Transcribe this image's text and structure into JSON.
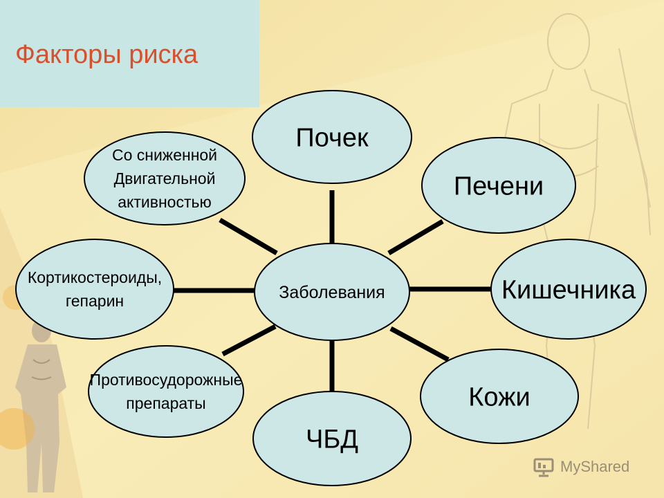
{
  "slide": {
    "title": "Факторы риска",
    "colors": {
      "title": "#d9502c",
      "title_box": "#c8e6e4",
      "node_fill": "#cde6e6",
      "line": "#000000",
      "background": "#f6e6a8"
    }
  },
  "diagram": {
    "center": "Заболевания",
    "nodes": [
      {
        "id": "kidneys",
        "label": [
          "Почек"
        ]
      },
      {
        "id": "liver",
        "label": [
          "Печени"
        ]
      },
      {
        "id": "intestine",
        "label": [
          "Кишечника"
        ]
      },
      {
        "id": "skin",
        "label": [
          "Кожи"
        ]
      },
      {
        "id": "chbd",
        "label": [
          "ЧБД"
        ]
      },
      {
        "id": "anticonvulsants",
        "label": [
          "Противосудорожные",
          "препараты"
        ]
      },
      {
        "id": "corticosteroids",
        "label": [
          "Кортикостероиды,",
          "гепарин"
        ]
      },
      {
        "id": "low-activity",
        "label": [
          "Со сниженной",
          "Двигательной",
          "активностью"
        ]
      }
    ]
  },
  "watermark": {
    "text": "MyShared",
    "icon": "presentation-board-icon"
  }
}
